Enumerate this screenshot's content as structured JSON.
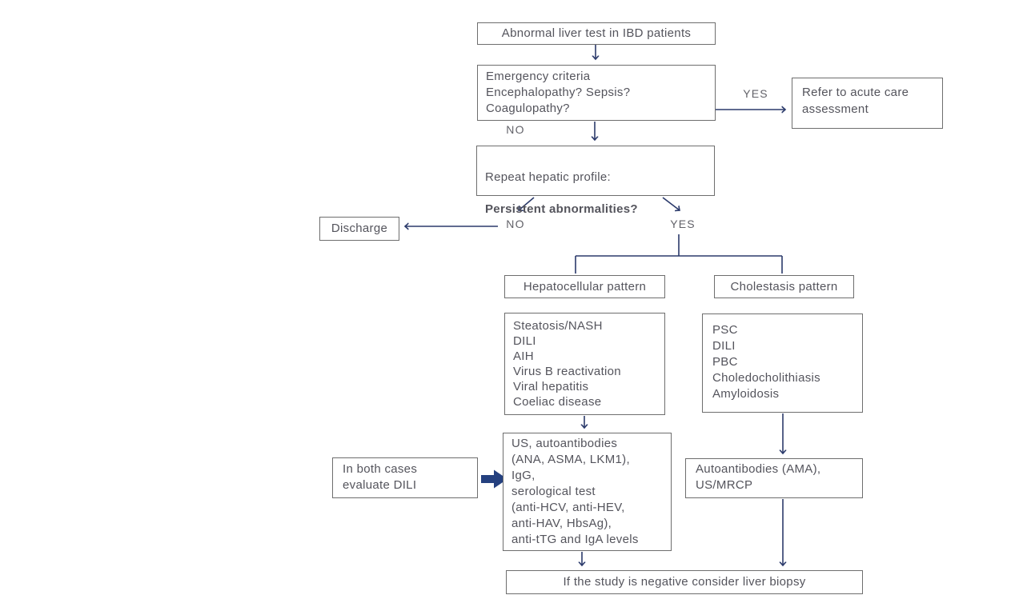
{
  "diagram": {
    "title": "Abnormal liver test in IBD patients flowchart",
    "colors": {
      "arrow": "#2b3a6b",
      "block_arrow": "#24407f",
      "box_border": "#6e6e6e",
      "text": "#54545c"
    }
  },
  "nodes": {
    "start": {
      "label": "Abnormal liver test in IBD patients"
    },
    "emergency": {
      "label": "Emergency criteria\nEncephalopathy? Sepsis?\nCoagulopathy?"
    },
    "acute_care": {
      "label": "Refer to acute care\nassessment"
    },
    "repeat_profile": {
      "line1": "Repeat hepatic profile:",
      "line2": "Persistent abnormalities?"
    },
    "discharge": {
      "label": "Discharge"
    },
    "hepatocellular_pattern": {
      "label": "Hepatocellular pattern"
    },
    "cholestasis_pattern": {
      "label": "Cholestasis pattern"
    },
    "hepatocellular_causes": {
      "label": "Steatosis/NASH\nDILI\nAIH\nVirus B reactivation\nViral hepatitis\nCoeliac disease"
    },
    "cholestasis_causes": {
      "label": "PSC\nDILI\nPBC\nCholedocholithiasis\nAmyloidosis"
    },
    "hepatocellular_workup": {
      "label": "US, autoantibodies\n(ANA, ASMA, LKM1),\nIgG,\nserological test\n(anti-HCV, anti-HEV,\nanti-HAV, HbsAg),\nanti-tTG and IgA levels"
    },
    "both_cases": {
      "label": "In both cases\nevaluate DILI"
    },
    "cholestasis_workup": {
      "label": "Autoantibodies (AMA),\nUS/MRCP"
    },
    "biopsy": {
      "label": "If the study is negative consider liver biopsy"
    }
  },
  "edge_labels": {
    "yes_emergency": "YES",
    "no_emergency": "NO",
    "no_persistent": "NO",
    "yes_persistent": "YES"
  }
}
